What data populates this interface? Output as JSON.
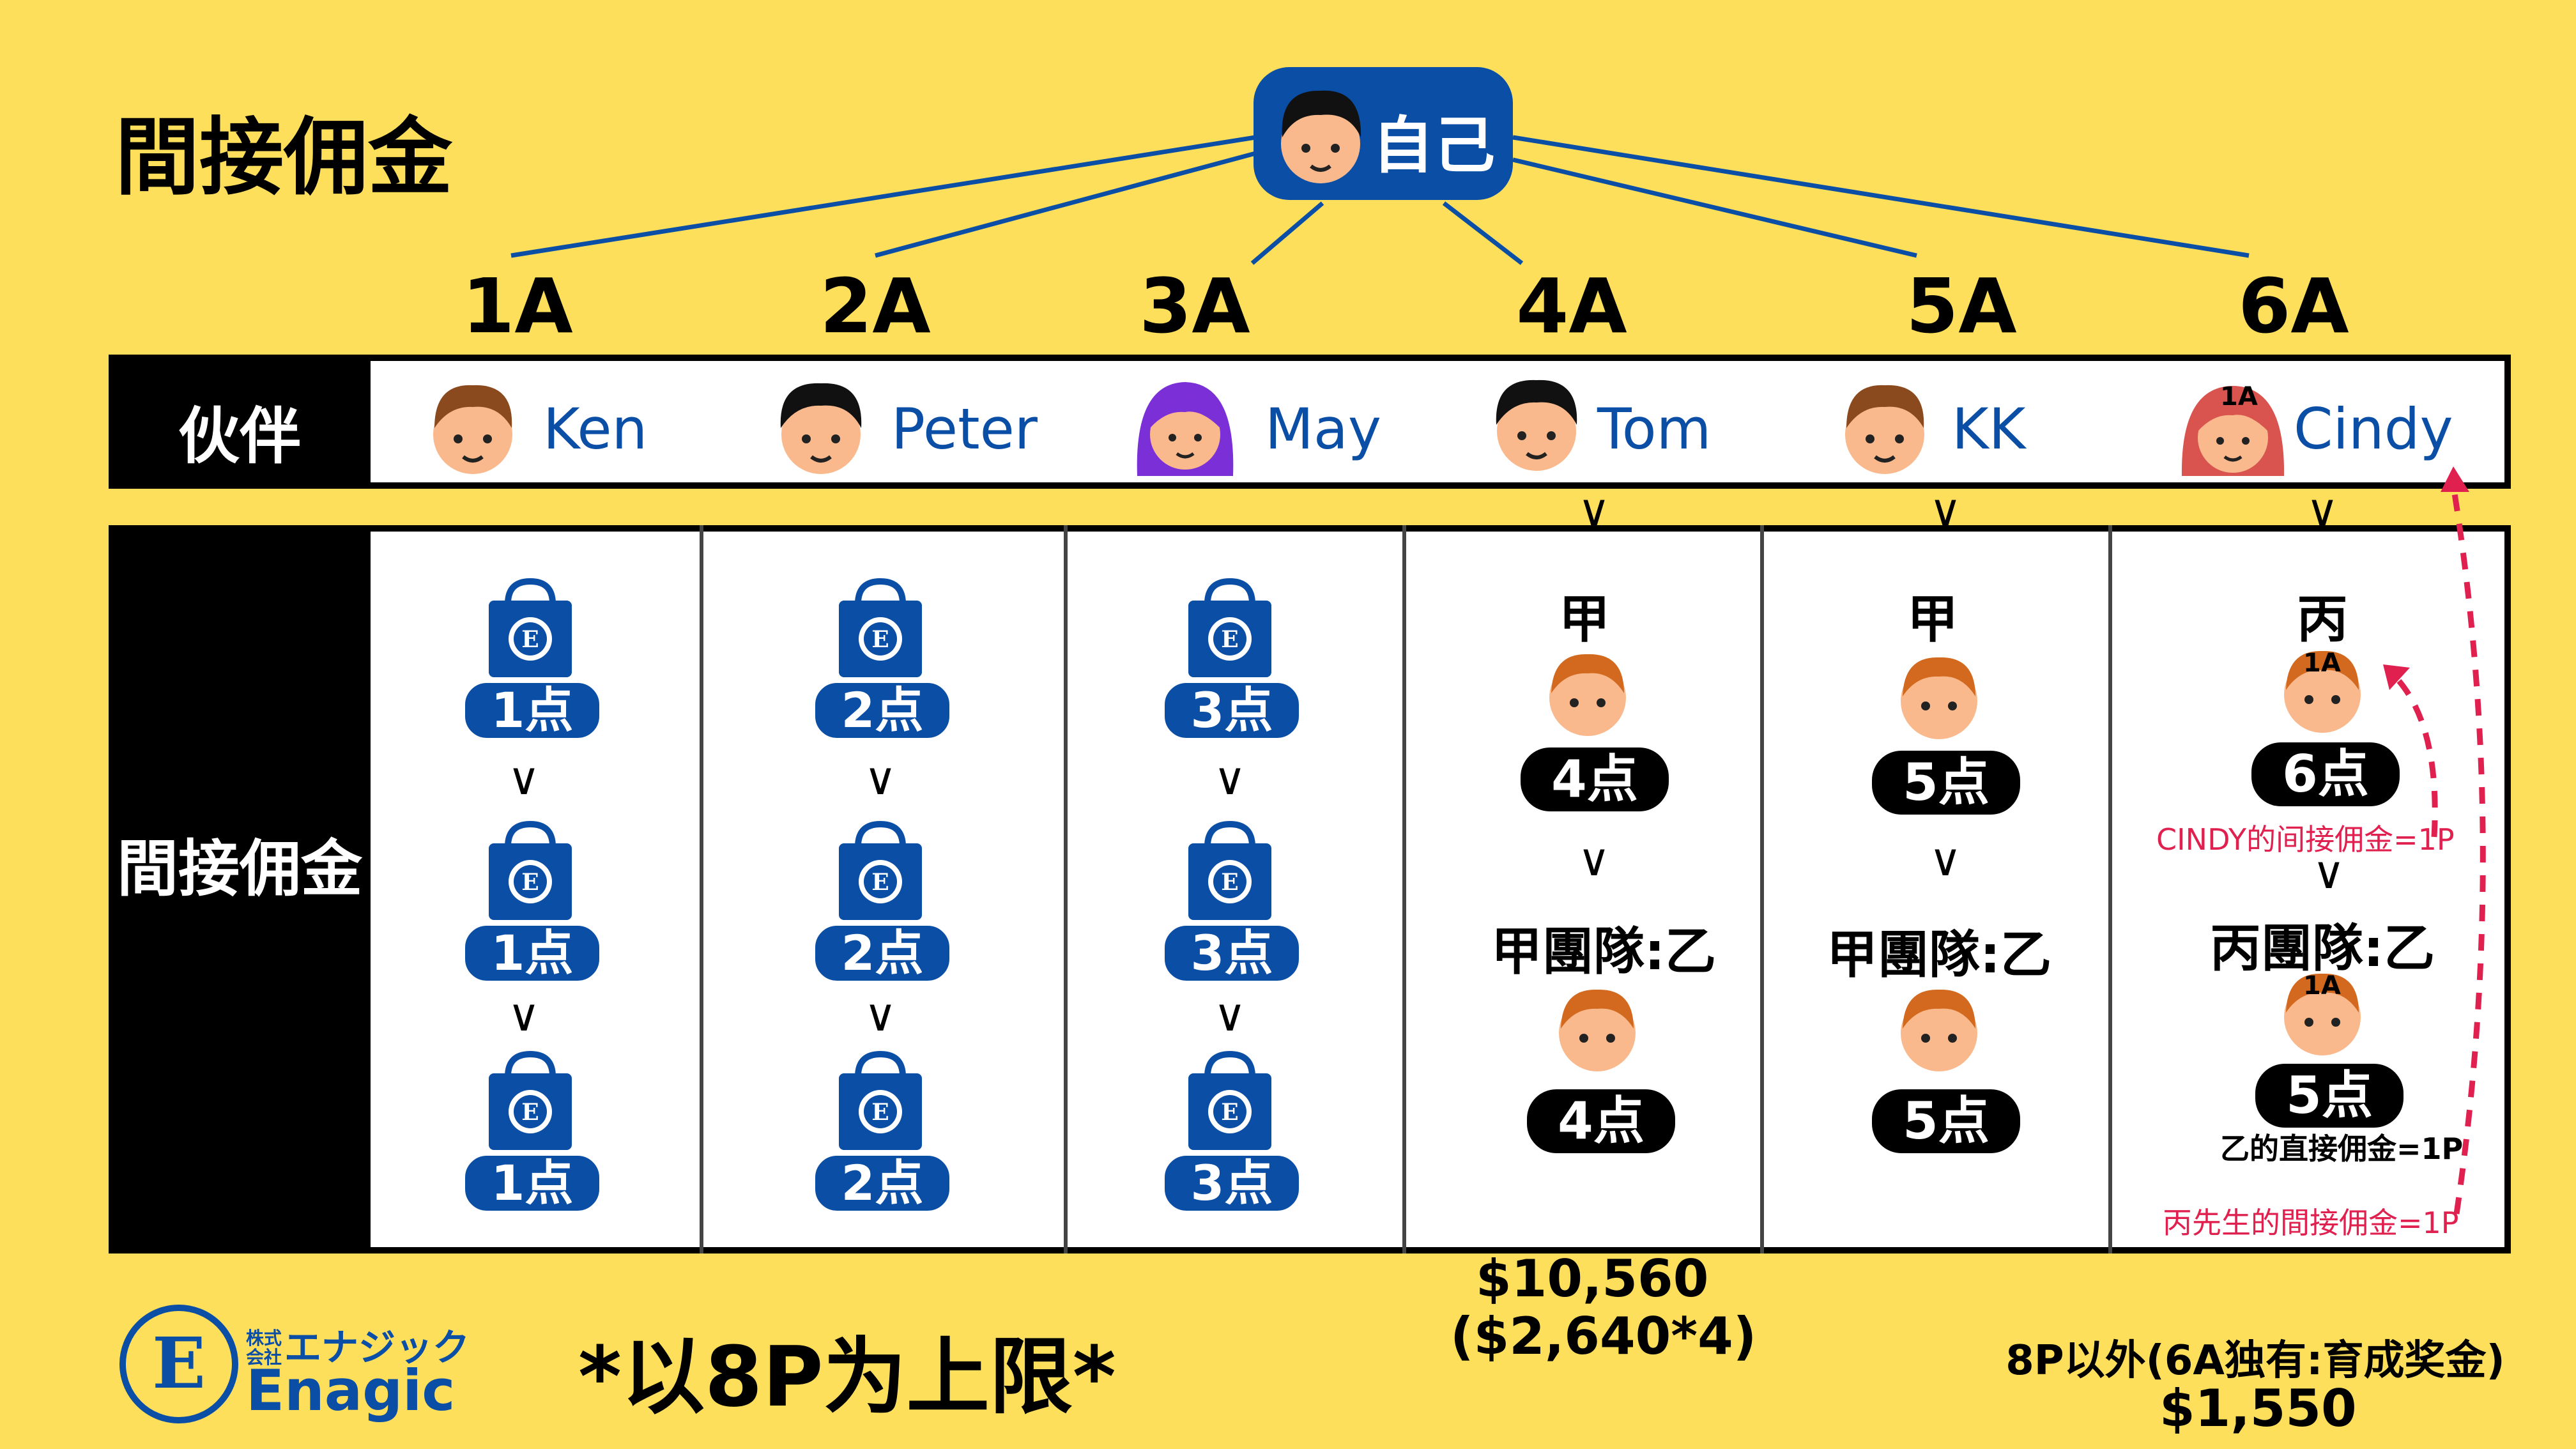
{
  "title": "間接佣金",
  "self": {
    "label": "自己"
  },
  "levels": [
    "1A",
    "2A",
    "3A",
    "4A",
    "5A",
    "6A"
  ],
  "partner_row": {
    "header": "伙伴",
    "partners": [
      {
        "name": "Ken",
        "avatar": "boy-brown-hair-icon"
      },
      {
        "name": "Peter",
        "avatar": "boy-black-hair-icon"
      },
      {
        "name": "May",
        "avatar": "girl-purple-hair-icon"
      },
      {
        "name": "Tom",
        "avatar": "boy-black-hair-icon"
      },
      {
        "name": "KK",
        "avatar": "boy-brown-hair-icon"
      },
      {
        "name": "Cindy",
        "avatar": "girl-red-hair-icon",
        "badge": "1A"
      }
    ]
  },
  "commission": {
    "header": "間接佣金",
    "col1": [
      "1点",
      "1点",
      "1点"
    ],
    "col2": [
      "2点",
      "2点",
      "2点"
    ],
    "col3": [
      "3点",
      "3点",
      "3点"
    ],
    "col4": {
      "top_label": "甲",
      "top_points": "4点",
      "team_label": "甲團隊:乙",
      "team_points": "4点"
    },
    "col5": {
      "top_label": "甲",
      "top_points": "5点",
      "team_label": "甲團隊:乙",
      "team_points": "5点"
    },
    "col6": {
      "top_label": "丙",
      "top_badge": "1A",
      "top_points": "6点",
      "note_cindy": "CINDY的间接佣金=1P",
      "team_label": "丙團隊:乙",
      "team_badge": "1A",
      "team_points": "5点",
      "note_direct": "乙的直接佣金=1P",
      "note_indirect": "丙先生的間接佣金=1P"
    }
  },
  "footer": {
    "brand_small": "株式会社",
    "brand_kana": "エナジック",
    "brand": "Enagic",
    "limit": "*以8P为上限*",
    "total_amount": "$10,560",
    "total_formula": "($2,640*4)",
    "bonus_label": "8P以外(6A独有:育成奖金)",
    "bonus_amount": "$1,550"
  },
  "colors": {
    "background": "#fddf5c",
    "brand_blue": "#0b4ea6",
    "accent_red": "#e0214f"
  }
}
